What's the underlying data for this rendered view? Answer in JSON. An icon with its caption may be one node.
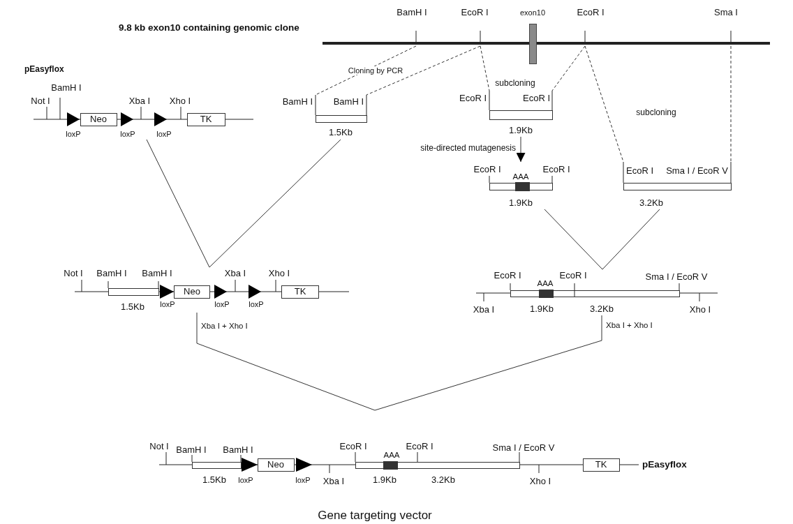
{
  "diagram": {
    "caption": "Gene targeting vector",
    "nodes": [
      {
        "text": [
          "9.8 kb exon10 containing genomic clone",
          "BamH I",
          "EcoR I",
          "exon10",
          "EcoR I",
          "Sma I"
        ]
      },
      {
        "text": [
          "pEasyflox",
          "BamH I",
          "Not I",
          "Xba I",
          "Xho I",
          "Neo",
          "TK",
          "loxP",
          "loxP",
          "loxP"
        ]
      },
      {
        "text": [
          "BamH I",
          "BamH I",
          "1.5Kb"
        ]
      },
      {
        "text": [
          "EcoR I",
          "EcoR I",
          "1.9Kb"
        ]
      },
      {
        "text": [
          "EcoR I",
          "AAA",
          "EcoR I",
          "1.9Kb"
        ]
      },
      {
        "text": [
          "EcoR I",
          "Sma I / EcoR V",
          "3.2Kb"
        ]
      },
      {
        "text": [
          "Not I",
          "BamH I",
          "BamH I",
          "Xba I",
          "Xho I",
          "Neo",
          "TK",
          "1.5Kb",
          "loxP",
          "loxP",
          "loxP"
        ]
      },
      {
        "text": [
          "EcoR I",
          "AAA",
          "EcoR I",
          "Sma I / EcoR V",
          "Xba I",
          "1.9Kb",
          "3.2Kb",
          "Xho I"
        ]
      },
      {
        "text": [
          "Not I",
          "BamH I",
          "BamH I",
          "EcoR I",
          "AAA",
          "EcoR I",
          "Sma I / EcoR V",
          "Neo",
          "TK",
          "pEasyflox",
          "1.5Kb",
          "loxP",
          "loxP",
          "Xba I",
          "1.9Kb",
          "3.2Kb",
          "Xho I"
        ]
      }
    ],
    "edges": [
      {
        "from": 0,
        "to": 2,
        "arrow": "none",
        "style": "dashed",
        "label": "Cloning by PCR"
      },
      {
        "from": 0,
        "to": 2,
        "arrow": "none",
        "style": "dashed"
      },
      {
        "from": 0,
        "to": 3,
        "arrow": "none",
        "style": "dashed",
        "label": "subcloning"
      },
      {
        "from": 0,
        "to": 3,
        "arrow": "none",
        "style": "dashed"
      },
      {
        "from": 0,
        "to": 5,
        "arrow": "none",
        "style": "dashed",
        "label": "subcloning"
      },
      {
        "from": 0,
        "to": 5,
        "arrow": "none",
        "style": "dashed"
      },
      {
        "from": 3,
        "to": 4,
        "arrow": "to",
        "label": "site-directed mutagenesis"
      },
      {
        "from": 1,
        "to": 6,
        "arrow": "none"
      },
      {
        "from": 2,
        "to": 6,
        "arrow": "none"
      },
      {
        "from": 4,
        "to": 7,
        "arrow": "none"
      },
      {
        "from": 5,
        "to": 7,
        "arrow": "none"
      },
      {
        "from": 6,
        "to": 8,
        "arrow": "none",
        "label": "Xba I + Xho I"
      },
      {
        "from": 7,
        "to": 8,
        "arrow": "none",
        "label": "Xba I + Xho I"
      }
    ]
  }
}
